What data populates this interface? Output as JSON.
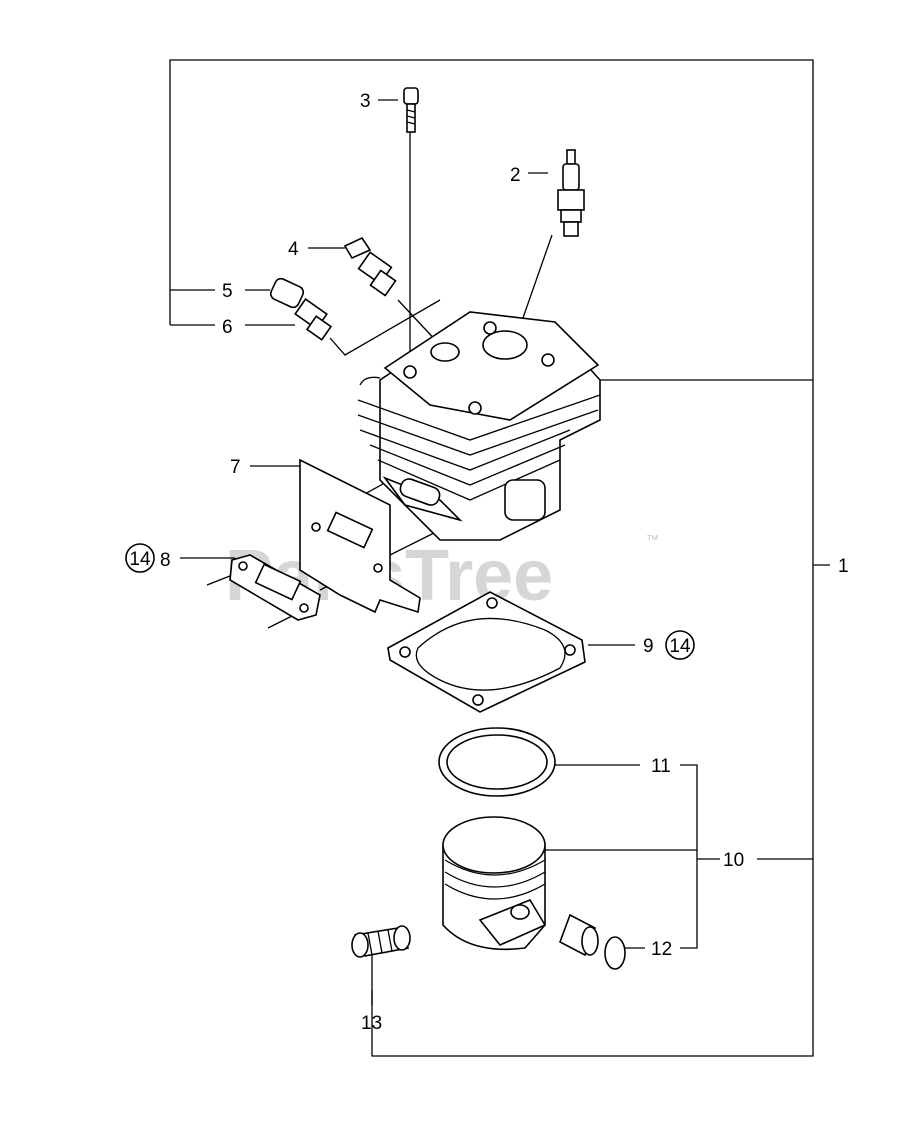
{
  "watermark": {
    "text": "PartsTree",
    "trademark": "™"
  },
  "callouts": {
    "c1": "1",
    "c2": "2",
    "c3": "3",
    "c4": "4",
    "c5": "5",
    "c6": "6",
    "c7": "7",
    "c8": "8",
    "c9": "9",
    "c10": "10",
    "c11": "11",
    "c12": "12",
    "c13": "13",
    "c14a": "14",
    "c14b": "14"
  }
}
